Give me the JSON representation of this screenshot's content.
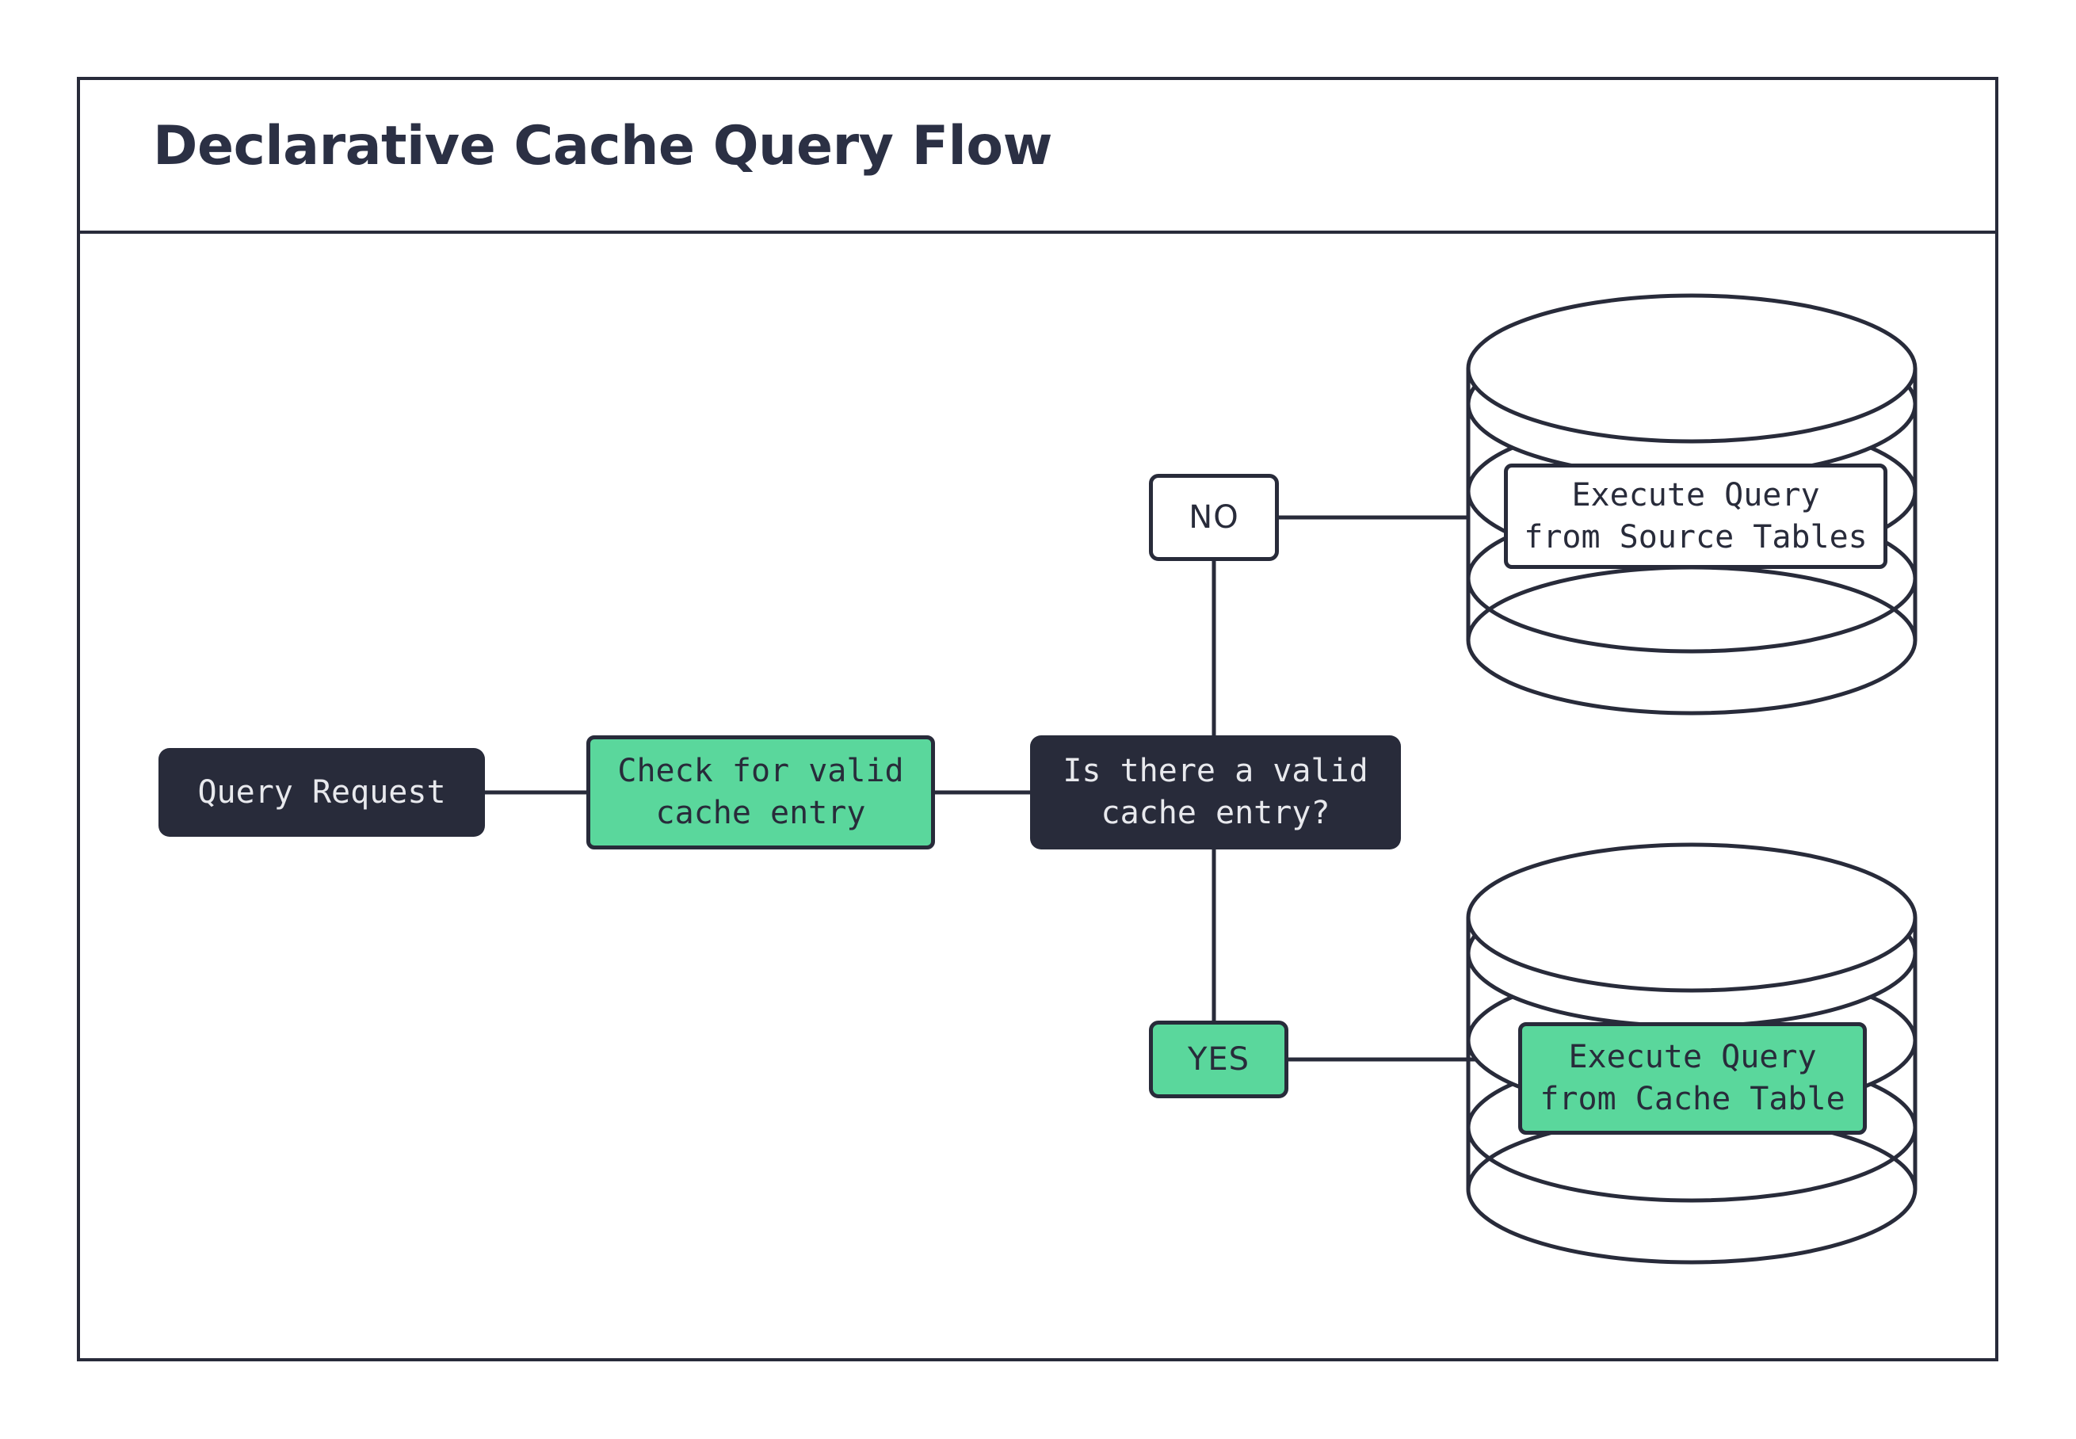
{
  "diagram": {
    "title": "Declarative Cache Query Flow",
    "background_color": "#FFFFFF",
    "frame_color": "#282B3A",
    "accent_green": "#5AD79C",
    "accent_dark": "#282B3A",
    "nodes": [
      {
        "id": "query-request",
        "label": "Query Request",
        "shape": "rounded-rect",
        "style": "dark"
      },
      {
        "id": "check-cache",
        "label": "Check for valid\ncache entry",
        "shape": "rounded-rect",
        "style": "green"
      },
      {
        "id": "decision",
        "label": "Is there a valid\ncache entry?",
        "shape": "rounded-rect",
        "style": "dark"
      },
      {
        "id": "execute-source",
        "label": "Execute Query\nfrom Source Tables",
        "shape": "database-label",
        "style": "white"
      },
      {
        "id": "execute-cache",
        "label": "Execute Query\nfrom Cache Table",
        "shape": "database-label",
        "style": "green"
      }
    ],
    "branches": [
      {
        "id": "no",
        "label": "NO",
        "style": "white",
        "target": "execute-source"
      },
      {
        "id": "yes",
        "label": "YES",
        "style": "green",
        "target": "execute-cache"
      }
    ],
    "databases": [
      {
        "id": "source-tables-db",
        "name": "Source Tables database cylinder"
      },
      {
        "id": "cache-table-db",
        "name": "Cache Table database cylinder"
      }
    ],
    "edges": [
      {
        "from": "query-request",
        "to": "check-cache"
      },
      {
        "from": "check-cache",
        "to": "decision"
      },
      {
        "from": "decision",
        "to": "no"
      },
      {
        "from": "no",
        "to": "execute-source"
      },
      {
        "from": "decision",
        "to": "yes"
      },
      {
        "from": "yes",
        "to": "execute-cache"
      }
    ]
  }
}
